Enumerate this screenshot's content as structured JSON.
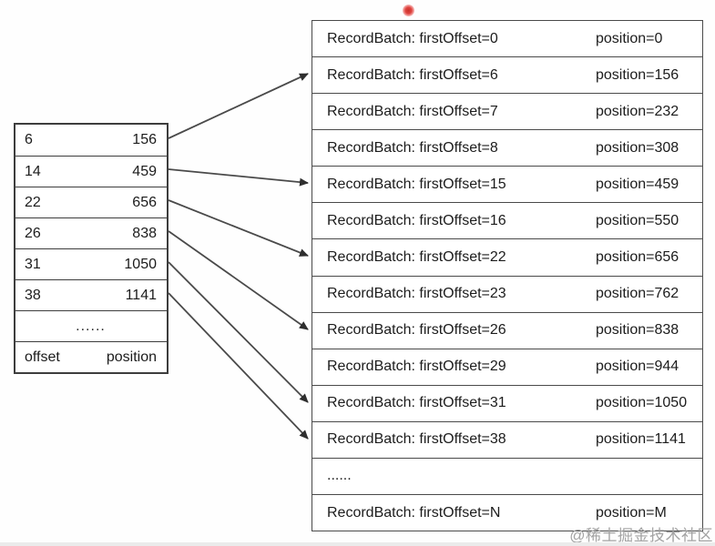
{
  "index_table": {
    "rows": [
      {
        "offset": "6",
        "position": "156"
      },
      {
        "offset": "14",
        "position": "459"
      },
      {
        "offset": "22",
        "position": "656"
      },
      {
        "offset": "26",
        "position": "838"
      },
      {
        "offset": "31",
        "position": "1050"
      },
      {
        "offset": "38",
        "position": "1141"
      }
    ],
    "ellipsis": "......",
    "header": {
      "offset": "offset",
      "position": "position"
    }
  },
  "log_table": {
    "rows": [
      {
        "batch": "RecordBatch: firstOffset=0",
        "position": "position=0"
      },
      {
        "batch": "RecordBatch: firstOffset=6",
        "position": "position=156"
      },
      {
        "batch": "RecordBatch: firstOffset=7",
        "position": "position=232"
      },
      {
        "batch": "RecordBatch: firstOffset=8",
        "position": "position=308"
      },
      {
        "batch": "RecordBatch: firstOffset=15",
        "position": "position=459"
      },
      {
        "batch": "RecordBatch: firstOffset=16",
        "position": "position=550"
      },
      {
        "batch": "RecordBatch: firstOffset=22",
        "position": "position=656"
      },
      {
        "batch": "RecordBatch: firstOffset=23",
        "position": "position=762"
      },
      {
        "batch": "RecordBatch: firstOffset=26",
        "position": "position=838"
      },
      {
        "batch": "RecordBatch: firstOffset=29",
        "position": "position=944"
      },
      {
        "batch": "RecordBatch: firstOffset=31",
        "position": "position=1050"
      },
      {
        "batch": "RecordBatch: firstOffset=38",
        "position": "position=1141"
      },
      {
        "batch": "......",
        "position": ""
      },
      {
        "batch": "RecordBatch: firstOffset=N",
        "position": "position=M"
      }
    ]
  },
  "arrows": [
    {
      "from": 0,
      "to": 1
    },
    {
      "from": 1,
      "to": 4
    },
    {
      "from": 2,
      "to": 6
    },
    {
      "from": 3,
      "to": 8
    },
    {
      "from": 4,
      "to": 10
    },
    {
      "from": 5,
      "to": 11
    }
  ],
  "watermark": "@稀土掘金技术社区",
  "colors": {
    "border": "#3d3d3d",
    "text": "#1c1c1c",
    "arrow": "#4a4a4a",
    "watermark": "#a3a3a3",
    "laser_dot": "#d9302c"
  }
}
